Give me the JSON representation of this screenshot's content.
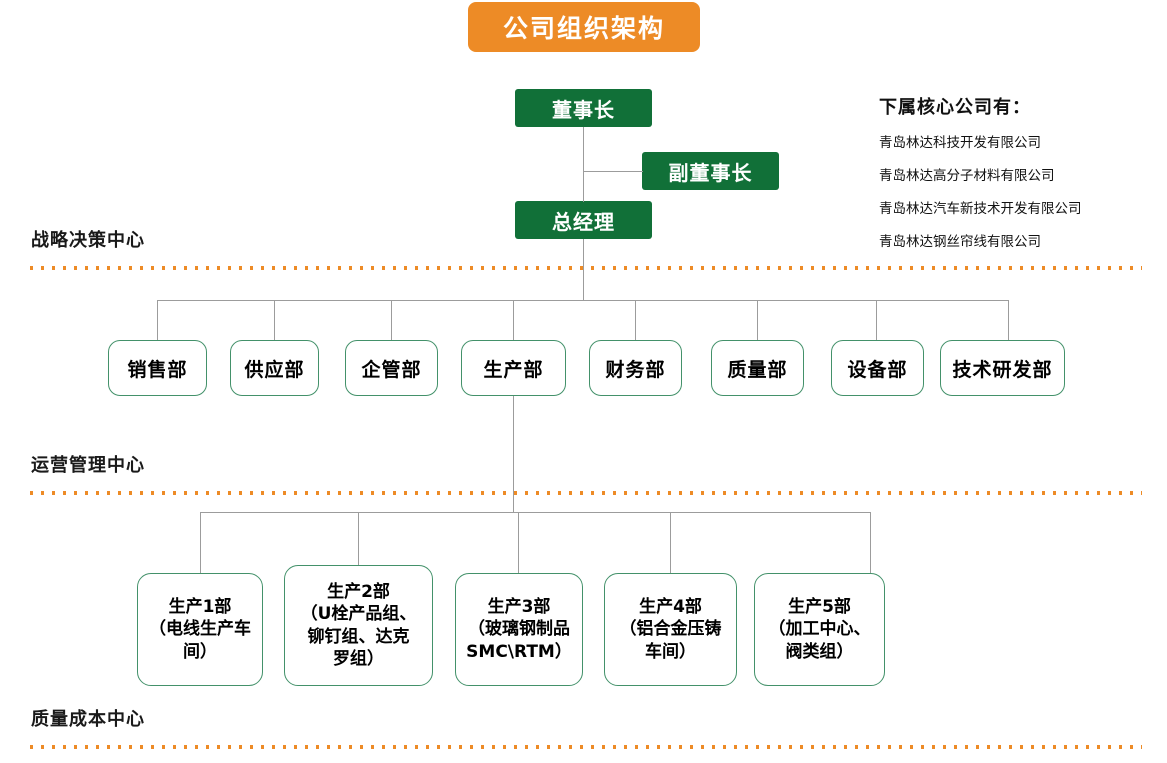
{
  "title": "公司组织架构",
  "colors": {
    "title_bg": "#ED8B26",
    "exec_box_bg": "#117038",
    "dept_border": "#43916a",
    "connector": "#9C9C9C",
    "dots": "#ED8B26",
    "text_dark": "#111111",
    "text_light": "#FFFFFF"
  },
  "executives": [
    {
      "name": "chairman",
      "label": "董事长"
    },
    {
      "name": "vice-chairman",
      "label": "副董事长"
    },
    {
      "name": "general-manager",
      "label": "总经理"
    }
  ],
  "departments": [
    {
      "name": "sales",
      "label": "销售部"
    },
    {
      "name": "supply",
      "label": "供应部"
    },
    {
      "name": "enterprise-management",
      "label": "企管部"
    },
    {
      "name": "production",
      "label": "生产部"
    },
    {
      "name": "finance",
      "label": "财务部"
    },
    {
      "name": "quality",
      "label": "质量部"
    },
    {
      "name": "equipment",
      "label": "设备部"
    },
    {
      "name": "technology-rd",
      "label": "技术研发部"
    }
  ],
  "production_units": [
    {
      "name": "production-1",
      "label": "生产1部\n（电线生产车\n间）"
    },
    {
      "name": "production-2",
      "label": "生产2部\n（U栓产品组、\n铆钉组、达克\n罗组）"
    },
    {
      "name": "production-3",
      "label": "生产3部\n（玻璃钢制品\nSMC\\RTM）"
    },
    {
      "name": "production-4",
      "label": "生产4部\n（铝合金压铸\n车间）"
    },
    {
      "name": "production-5",
      "label": "生产5部\n（加工中心、\n阀类组）"
    }
  ],
  "bands": [
    {
      "name": "strategic-decision-center",
      "label": "战略决策中心"
    },
    {
      "name": "operations-management-center",
      "label": "运营管理中心"
    },
    {
      "name": "quality-cost-center",
      "label": "质量成本中心"
    }
  ],
  "subsidiaries": {
    "heading": "下属核心公司有：",
    "items": [
      "青岛林达科技开发有限公司",
      "青岛林达高分子材料有限公司",
      "青岛林达汽车新技术开发有限公司",
      "青岛林达钢丝帘线有限公司"
    ]
  }
}
